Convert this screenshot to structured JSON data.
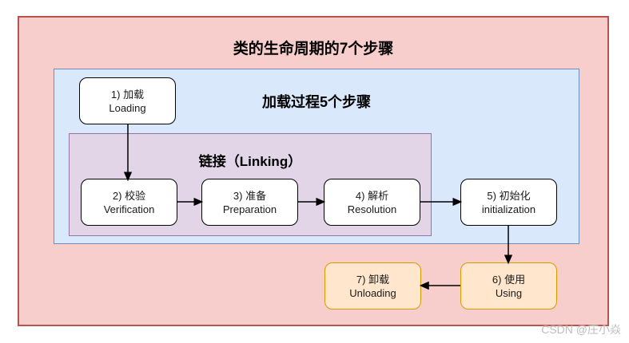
{
  "diagram": {
    "lifecycle_title": "类的生命周期的7个步骤",
    "loading_box_title": "加载过程5个步骤",
    "linking_box_title": "链接（Linking）",
    "nodes": [
      {
        "id": "loading",
        "line1": "1) 加载",
        "line2": "Loading"
      },
      {
        "id": "verification",
        "line1": "2) 校验",
        "line2": "Verification"
      },
      {
        "id": "preparation",
        "line1": "3) 准备",
        "line2": "Preparation"
      },
      {
        "id": "resolution",
        "line1": "4) 解析",
        "line2": "Resolution"
      },
      {
        "id": "initialization",
        "line1": "5) 初始化",
        "line2": "initialization"
      },
      {
        "id": "using",
        "line1": "6) 使用",
        "line2": "Using"
      },
      {
        "id": "unloading",
        "line1": "7) 卸载",
        "line2": "Unloading"
      }
    ],
    "colors": {
      "outer_fill": "#f8cecc",
      "outer_stroke": "#b85450",
      "loading_fill": "#dae8fc",
      "loading_stroke": "#6c8ebf",
      "linking_fill": "#e1d5e7",
      "linking_stroke": "#9673a6",
      "node_fill": "#ffffff",
      "node_stroke": "#000000",
      "end_node_fill": "#ffe6cc",
      "end_node_stroke": "#d79b00",
      "arrow": "#000000",
      "watermark": "#bdbdbd"
    }
  },
  "watermark": "CSDN @庄小焱"
}
